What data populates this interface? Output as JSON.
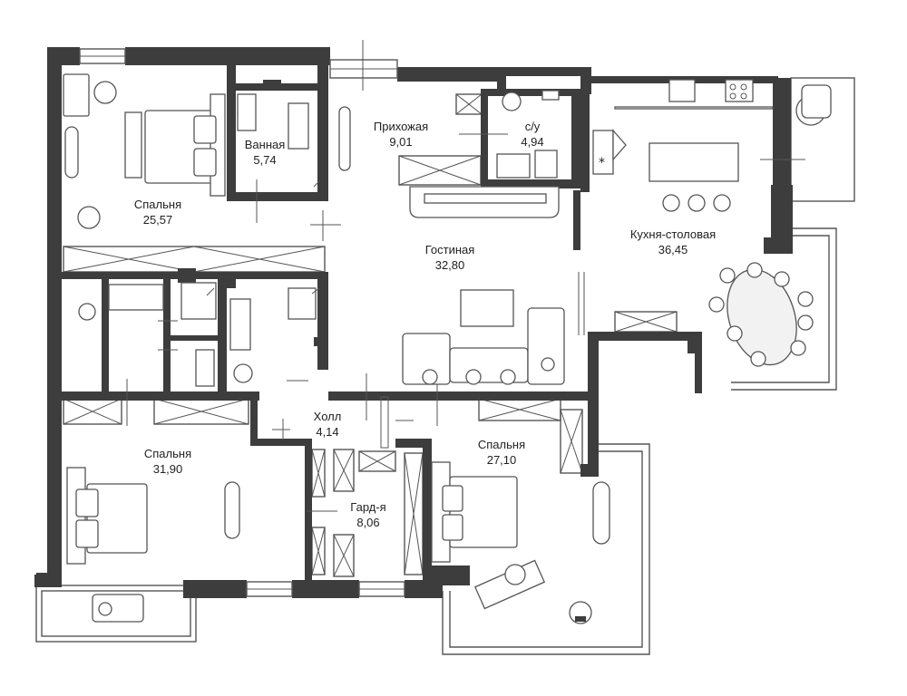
{
  "rooms": [
    {
      "name": "Ванная",
      "area": "5,74"
    },
    {
      "name": "Прихожая",
      "area": "9,01"
    },
    {
      "name": "с/у",
      "area": "4,94"
    },
    {
      "name": "Спальня",
      "area": "25,57"
    },
    {
      "name": "Гостиная",
      "area": "32,80"
    },
    {
      "name": "Кухня-столовая",
      "area": "36,45"
    },
    {
      "name": "Холл",
      "area": "4,14"
    },
    {
      "name": "Спальня",
      "area": "31,90"
    },
    {
      "name": "Спальня",
      "area": "27,10"
    },
    {
      "name": "Гард-я",
      "area": "8,06"
    }
  ],
  "colors": {
    "wall": "#3d3d3d",
    "line": "#555555",
    "background": "#ffffff"
  }
}
